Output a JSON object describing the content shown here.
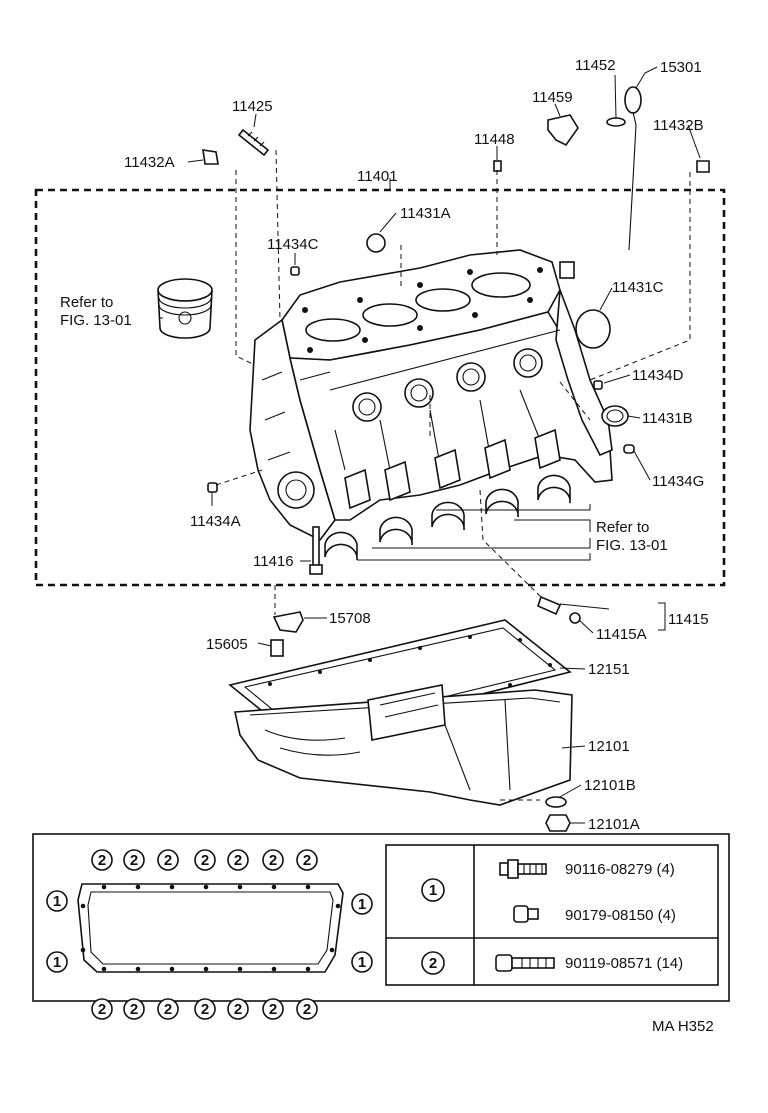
{
  "figure_code": "MA H352",
  "labels": {
    "p11452": "11452",
    "p15301": "15301",
    "p11459": "11459",
    "p11425": "11425",
    "p11448": "11448",
    "p11432B": "11432B",
    "p11432A": "11432A",
    "p11401": "11401",
    "p11431A": "11431A",
    "p11434C": "11434C",
    "p11431C": "11431C",
    "p11434D": "11434D",
    "p11431B": "11431B",
    "p11434G": "11434G",
    "p11434A": "11434A",
    "p11416": "11416",
    "p15708": "15708",
    "p11415": "11415",
    "p11415A": "11415A",
    "p15605": "15605",
    "p12151": "12151",
    "p12101": "12101",
    "p12101B": "12101B",
    "p12101A": "12101A"
  },
  "refs": {
    "piston_line1": "Refer to",
    "piston_line2": "FIG. 13-01",
    "bearing_line1": "Refer to",
    "bearing_line2": "FIG. 13-01"
  },
  "bolt_legend": {
    "marker_1": "1",
    "marker_2": "2",
    "rows": [
      {
        "marker": "1",
        "part": "90116-08279 (4)"
      },
      {
        "marker": "1",
        "part": "90179-08150 (4)"
      },
      {
        "marker": "2",
        "part": "90119-08571 (14)"
      }
    ]
  },
  "gasket_markers": {
    "top": [
      "2",
      "2",
      "2",
      "2",
      "2",
      "2",
      "2"
    ],
    "bottom": [
      "2",
      "2",
      "2",
      "2",
      "2",
      "2",
      "2"
    ],
    "left": [
      "1",
      "1"
    ],
    "right": [
      "1",
      "1"
    ]
  }
}
